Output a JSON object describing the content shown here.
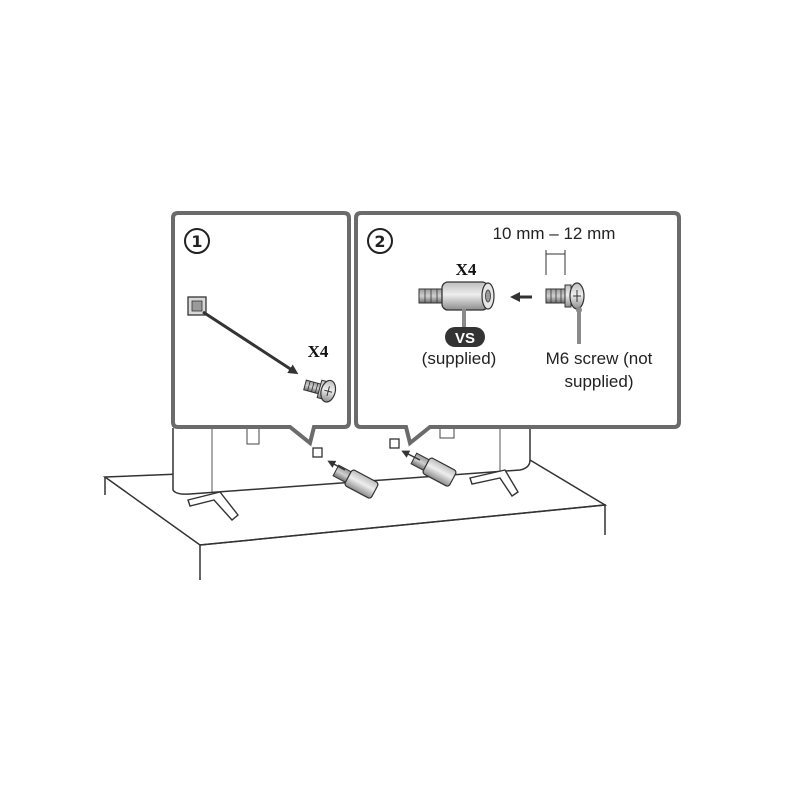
{
  "panels": {
    "step1": {
      "number": "1",
      "quantity": "X4"
    },
    "step2": {
      "number": "2",
      "quantity": "X4",
      "length_label": "10 mm – 12 mm",
      "badge": "VS",
      "supplied_label": "(supplied)",
      "screw_label_line1": "M6 screw (not",
      "screw_label_line2": "supplied)"
    }
  },
  "colors": {
    "panel_border": "#6b6b6b",
    "line": "#333333",
    "metal_light": "#d9d9d9",
    "metal_dark": "#8f8f8f",
    "badge_bg": "#333333",
    "badge_text": "#ffffff"
  }
}
